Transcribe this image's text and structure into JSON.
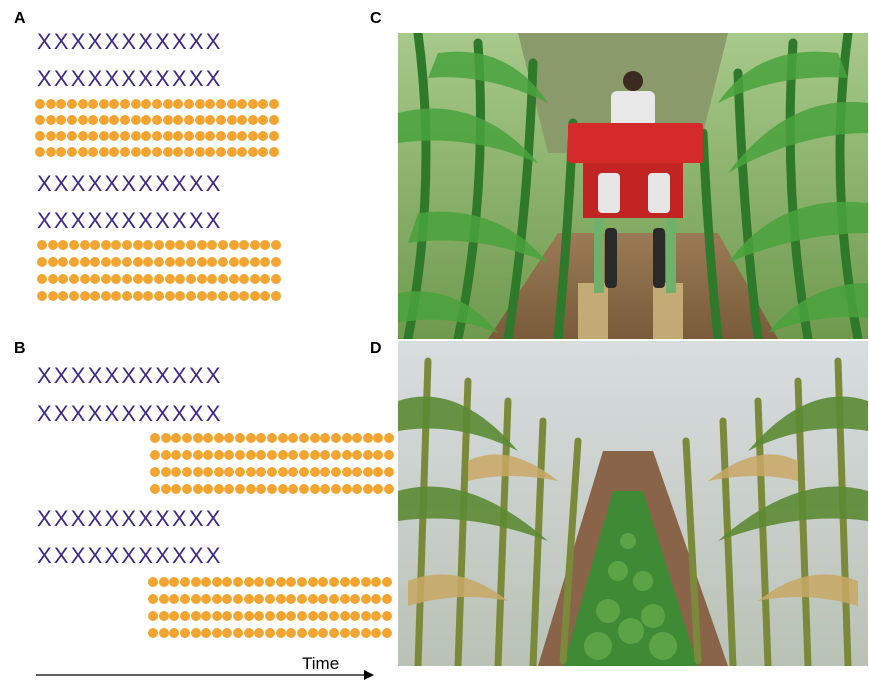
{
  "panels": {
    "a": {
      "label": "A"
    },
    "b": {
      "label": "B"
    },
    "c": {
      "label": "C",
      "image": "tractor-planter-between-maize-rows"
    },
    "d": {
      "label": "D",
      "image": "soybean-seedlings-between-mature-maize-rows"
    }
  },
  "legend": {
    "maize_marker": "X",
    "maize_per_row": 11,
    "soybean_marker": "dot",
    "soybean_per_row": 23
  },
  "panel_a_rows": [
    "maize",
    "maize",
    "soybean",
    "soybean",
    "soybean",
    "soybean",
    "maize",
    "maize",
    "soybean",
    "soybean",
    "soybean",
    "soybean"
  ],
  "panel_b_rows": [
    "maize",
    "maize",
    "soybean",
    "soybean",
    "soybean",
    "soybean",
    "maize",
    "maize",
    "soybean",
    "soybean",
    "soybean",
    "soybean"
  ],
  "timeline": {
    "label": "Time"
  },
  "colors": {
    "maize": "#3b2a8a",
    "soybean": "#f3a532",
    "tractor": "#d42a2a",
    "foliage": "#3f8f3a",
    "soil": "#8a6a48"
  }
}
